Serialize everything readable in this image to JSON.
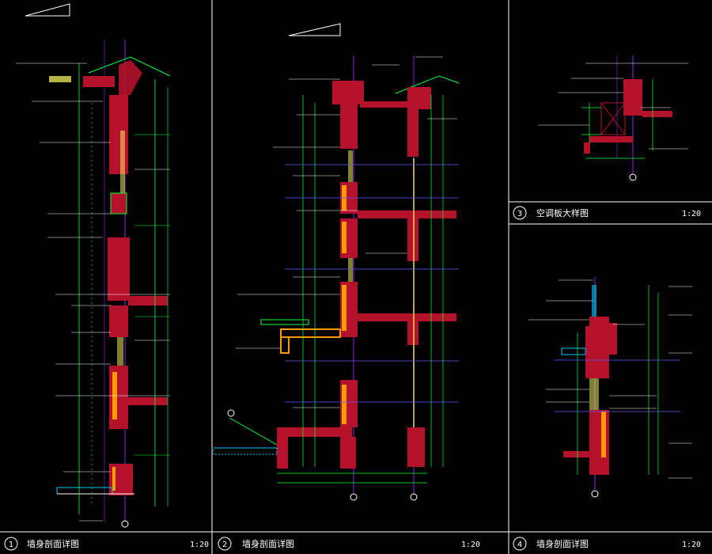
{
  "colors": {
    "background": "#000000",
    "frame": "#ffffff",
    "wall": "#b3122a",
    "dimension": "#00ff3a",
    "leader": "#ffffff",
    "axis": "#8a2be2",
    "glass": "#ffff66",
    "insulation": "#ff9900",
    "slab_line": "#5b5bff",
    "hatch": "#00c8ff"
  },
  "panels": [
    {
      "number": "1",
      "title": "墙身剖面详图",
      "scale": "1:20"
    },
    {
      "number": "2",
      "title": "墙身剖面详图",
      "scale": "1:20"
    },
    {
      "number": "3",
      "title": "空调板大样图",
      "scale": "1:20"
    },
    {
      "number": "4",
      "title": "墙身剖面详图",
      "scale": "1:20"
    }
  ]
}
